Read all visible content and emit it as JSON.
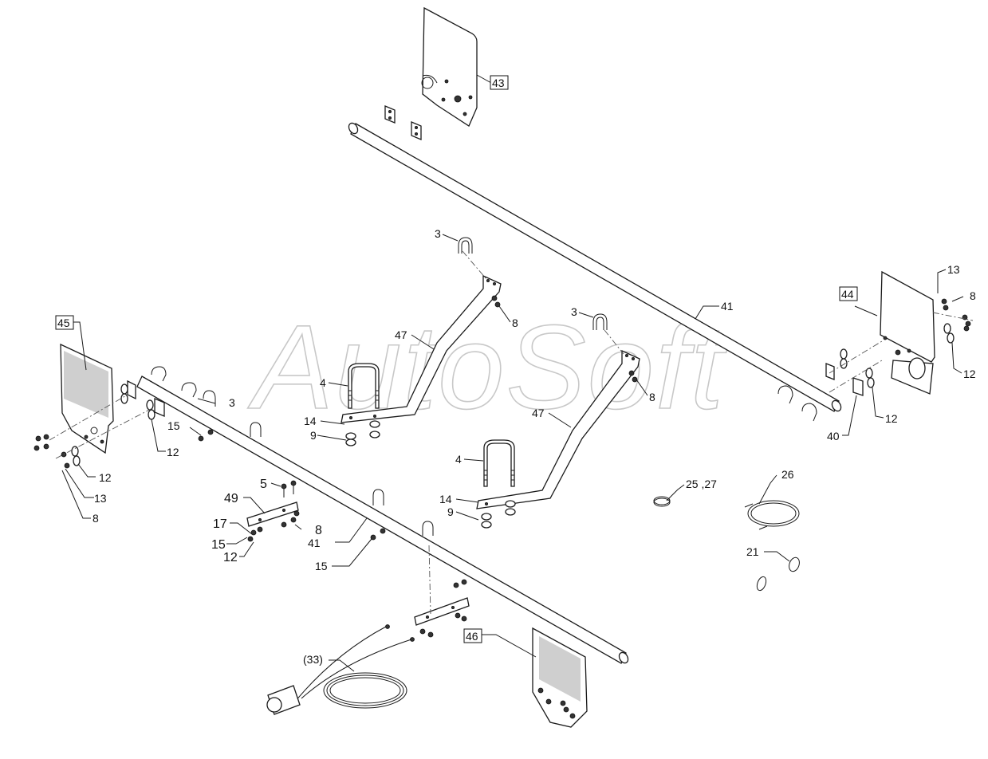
{
  "watermark": "AutoSoft",
  "labels": {
    "l43": "43",
    "l44": "44",
    "l45": "45",
    "l46": "46",
    "l3a": "3",
    "l3b": "3",
    "l3c": "3",
    "l8a": "8",
    "l8b": "8",
    "l8c": "8",
    "l8d": "8",
    "l8e": "8",
    "l47a": "47",
    "l47b": "47",
    "l41a": "41",
    "l41b": "41",
    "l4a": "4",
    "l4b": "4",
    "l14a": "14",
    "l14b": "14",
    "l9a": "9",
    "l9b": "9",
    "l15a": "15",
    "l15b": "15",
    "l15c": "15",
    "l12a": "12",
    "l12b": "12",
    "l12c": "12",
    "l12d": "12",
    "l12e": "12",
    "l13a": "13",
    "l13b": "13",
    "l5": "5",
    "l49": "49",
    "l17": "17",
    "l40": "40",
    "l2527": "25 ,27",
    "l26": "26",
    "l21": "21",
    "l33": "(33)"
  }
}
